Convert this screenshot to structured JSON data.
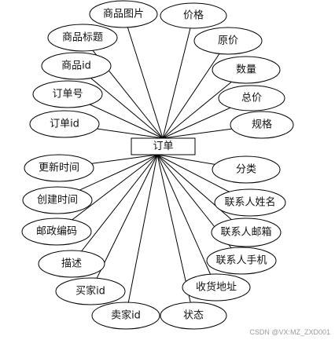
{
  "entity": {
    "label": "订单"
  },
  "attributes": [
    {
      "label": "商品图片"
    },
    {
      "label": "价格"
    },
    {
      "label": "商品标题"
    },
    {
      "label": "原价"
    },
    {
      "label": "商品id"
    },
    {
      "label": "数量"
    },
    {
      "label": "订单号"
    },
    {
      "label": "总价"
    },
    {
      "label": "订单id"
    },
    {
      "label": "规格"
    },
    {
      "label": "更新时间"
    },
    {
      "label": "分类"
    },
    {
      "label": "创建时间"
    },
    {
      "label": "联系人姓名"
    },
    {
      "label": "邮政编码"
    },
    {
      "label": "联系人邮箱"
    },
    {
      "label": "描述"
    },
    {
      "label": "联系人手机"
    },
    {
      "label": "买家id"
    },
    {
      "label": "收货地址"
    },
    {
      "label": "卖家id"
    },
    {
      "label": "状态"
    }
  ],
  "watermark": "CSDN @VX:MZ_ZXD001"
}
